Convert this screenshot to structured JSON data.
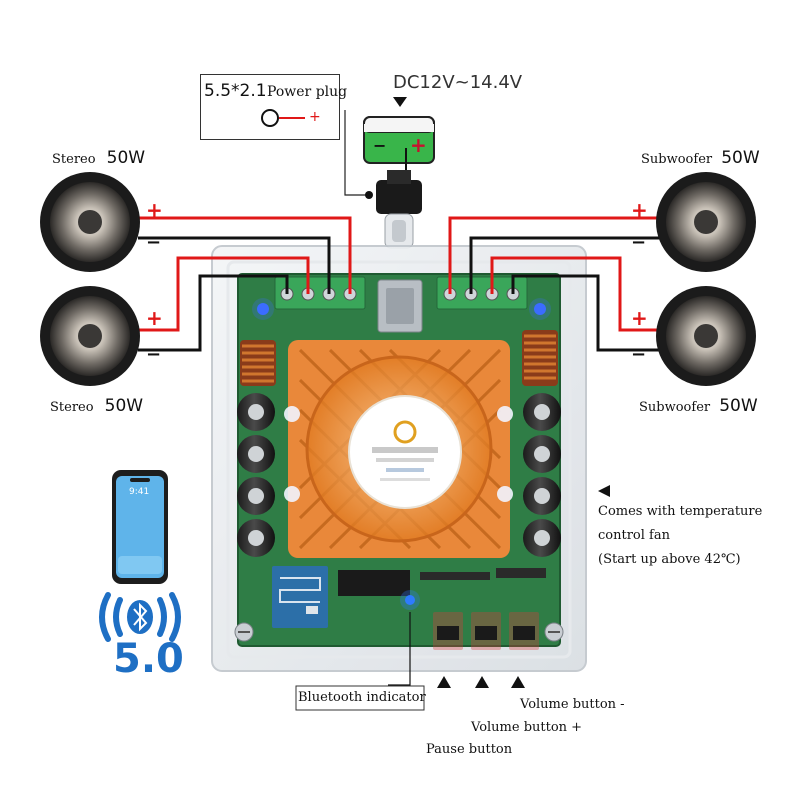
{
  "power": {
    "plug_size": "5.5*2.1",
    "plug_label": "Power plug",
    "plug_plus": "+",
    "voltage": "DC12V~14.4V",
    "battery_minus": "−",
    "battery_plus": "+"
  },
  "speakers": {
    "top_left": {
      "name": "Stereo",
      "power": "50W"
    },
    "bottom_left": {
      "name": "Stereo",
      "power": "50W"
    },
    "top_right": {
      "name": "Subwoofer",
      "power": "50W"
    },
    "bottom_right": {
      "name": "Subwoofer",
      "power": "50W"
    }
  },
  "wiring": {
    "plus": "+",
    "minus": "−"
  },
  "fan_note": {
    "line1": "Comes with temperature",
    "line2": "control fan",
    "line3": "(Start up above 42℃)"
  },
  "bluetooth": {
    "version": "5.0",
    "phone_time": "9:41",
    "indicator_label": "Bluetooth indicator"
  },
  "buttons": {
    "volume_minus": "Volume button -",
    "volume_plus": "Volume button +",
    "pause": "Pause button"
  },
  "colors": {
    "wire_red": "#e01818",
    "wire_black": "#111111",
    "fan_orange": "#f08a2c",
    "pcb_green": "#2f7d46",
    "bluetooth_blue": "#1e6fc4",
    "terminal_green": "#3aa65a"
  }
}
